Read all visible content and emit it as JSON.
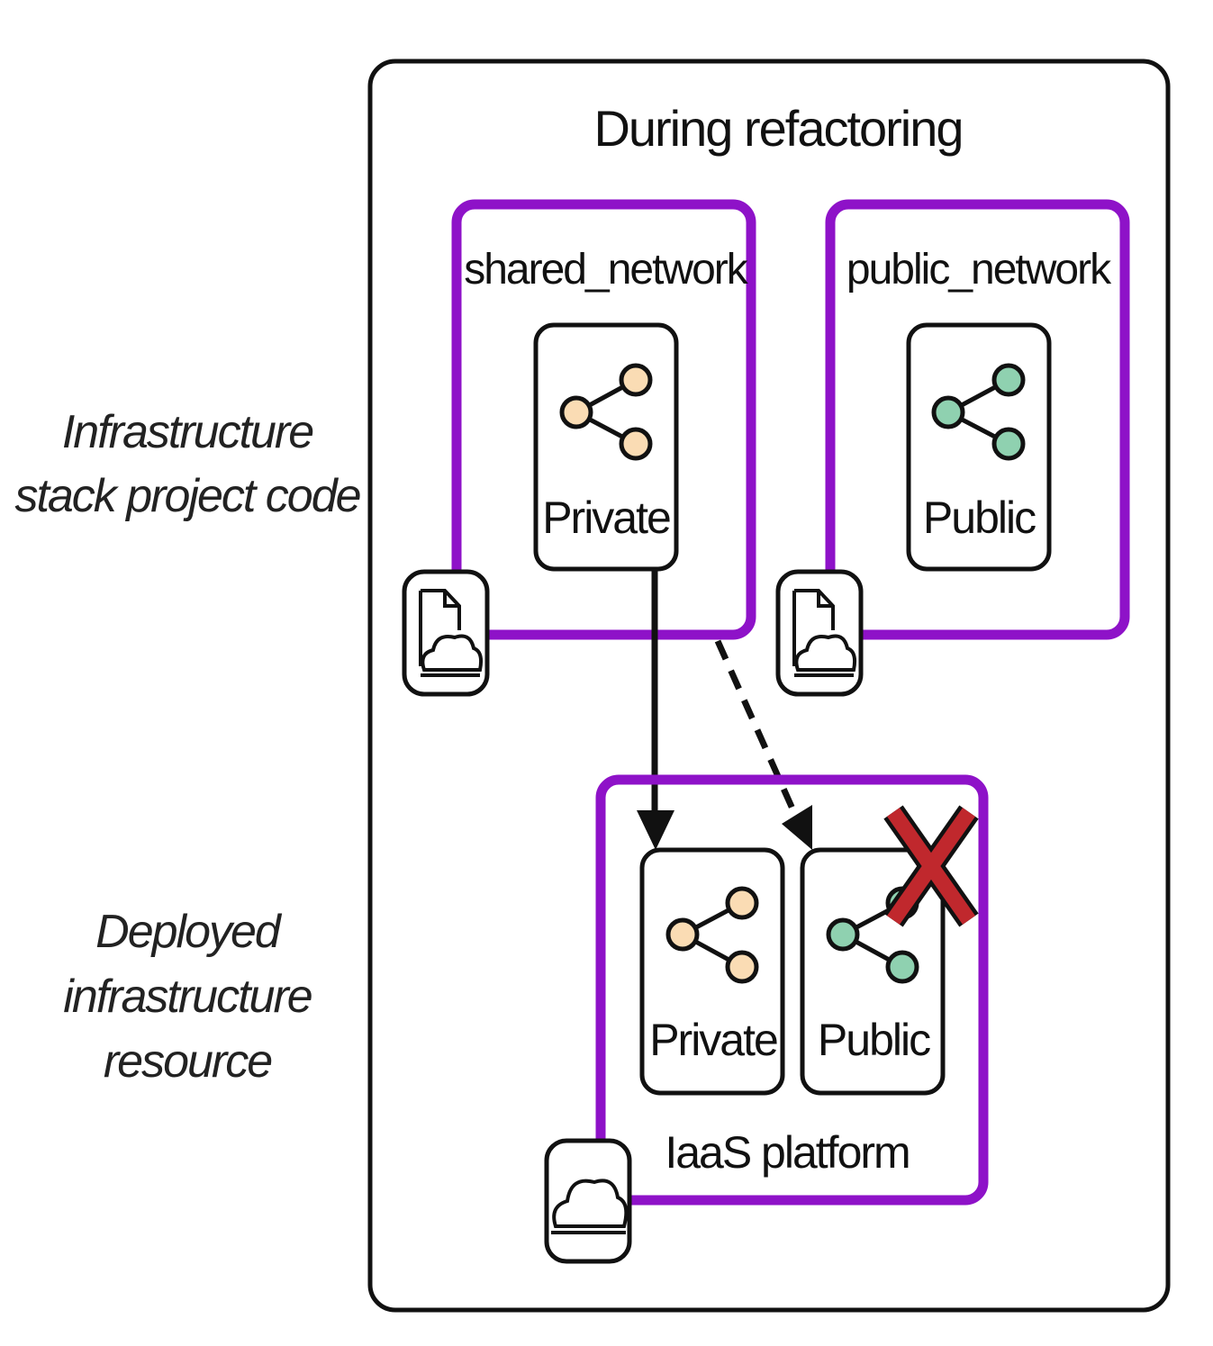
{
  "title": "During refactoring",
  "side_labels": {
    "code": [
      "Infrastructure",
      "stack project code"
    ],
    "deployed": [
      "Deployed",
      "infrastructure",
      "resource"
    ]
  },
  "stacks": [
    {
      "name": "shared_network",
      "resource_label": "Private",
      "color": "#fadcb4"
    },
    {
      "name": "public_network",
      "resource_label": "Public",
      "color": "#8fd1b0"
    }
  ],
  "platform": {
    "name": "IaaS platform",
    "resources": [
      {
        "label": "Private",
        "color": "#fadcb4"
      },
      {
        "label": "Public",
        "color": "#8fd1b0"
      }
    ]
  },
  "colors": {
    "stack_border": "#8e12c8",
    "remove_mark": "#c0282d",
    "stroke": "#111111"
  },
  "icons": [
    "share-icon",
    "cloud-file-icon",
    "cloud-icon",
    "remove-x-icon"
  ]
}
